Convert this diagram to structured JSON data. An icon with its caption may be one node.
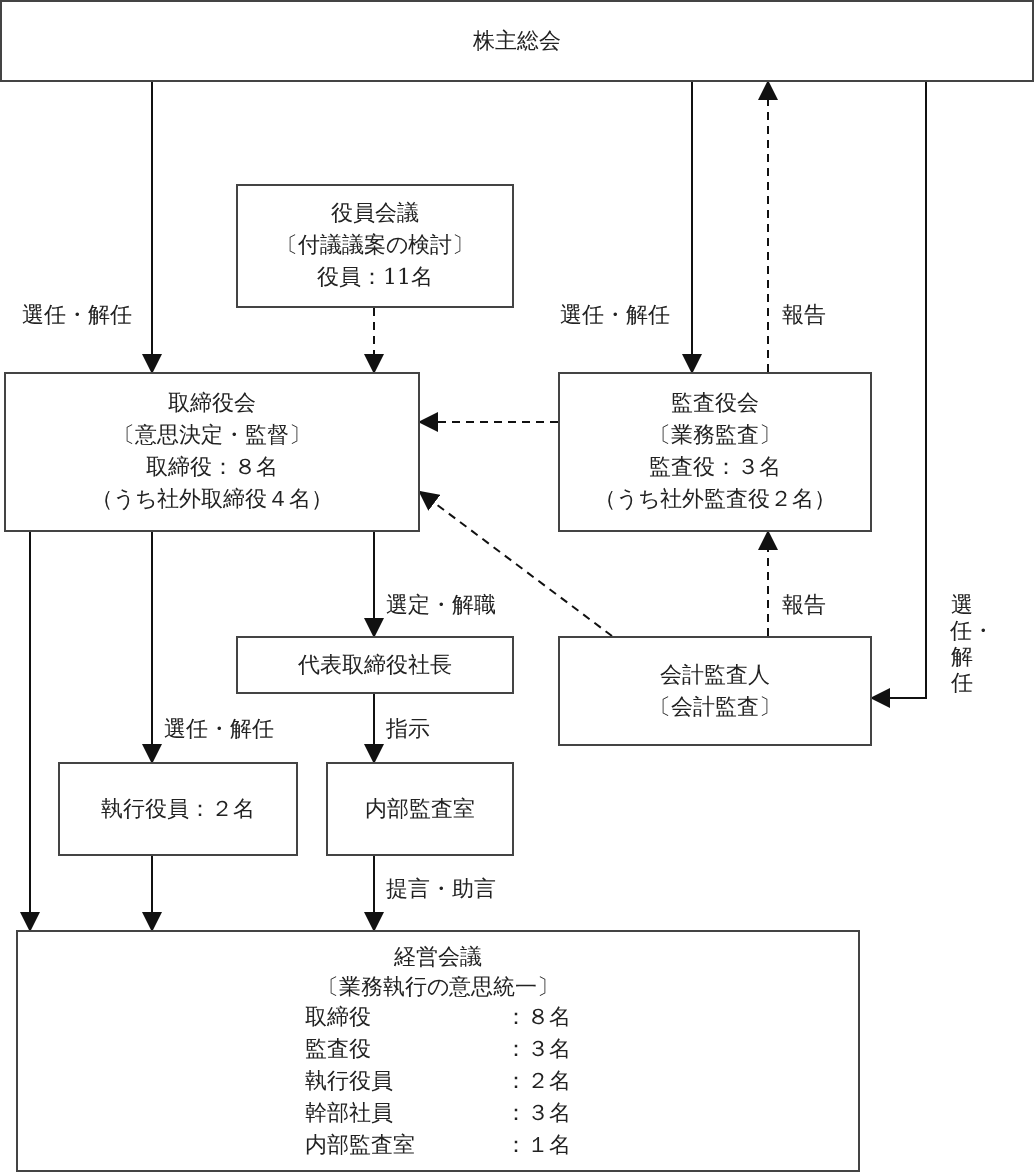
{
  "diagram": {
    "nodes": [
      {
        "text": [
          "株主総会"
        ]
      },
      {
        "text": [
          "役員会議",
          "〔付議議案の検討〕",
          "役員：11名"
        ]
      },
      {
        "text": [
          "取締役会",
          "〔意思決定・監督〕",
          "取締役：８名",
          "（うち社外取締役４名）"
        ]
      },
      {
        "text": [
          "監査役会",
          "〔業務監査〕",
          "監査役：３名",
          "（うち社外監査役２名）"
        ]
      },
      {
        "text": [
          "代表取締役社長"
        ]
      },
      {
        "text": [
          "会計監査人",
          "〔会計監査〕"
        ]
      },
      {
        "text": [
          "執行役員：２名"
        ]
      },
      {
        "text": [
          "内部監査室"
        ]
      },
      {
        "text": [
          "経営会議",
          "〔業務執行の意思統一〕",
          "取締役",
          "：８名",
          "監査役",
          "：３名",
          "執行役員",
          "：２名",
          "幹部社員",
          "：３名",
          "内部監査室",
          "：１名"
        ]
      }
    ],
    "edges": [
      {
        "from": 0,
        "to": 2,
        "arrow": "to",
        "label": "選任・解任"
      },
      {
        "from": 1,
        "to": 2,
        "arrow": "to",
        "style": "dashed"
      },
      {
        "from": 0,
        "to": 3,
        "arrow": "to",
        "label": "選任・解任"
      },
      {
        "from": 3,
        "to": 0,
        "arrow": "to",
        "style": "dashed",
        "label": "報告"
      },
      {
        "from": 3,
        "to": 2,
        "arrow": "to",
        "style": "dashed"
      },
      {
        "from": 5,
        "to": 2,
        "arrow": "to",
        "style": "dashed"
      },
      {
        "from": 5,
        "to": 3,
        "arrow": "to",
        "style": "dashed",
        "label": "報告"
      },
      {
        "from": 0,
        "to": 5,
        "arrow": "to",
        "label": "選任・解任"
      },
      {
        "from": 2,
        "to": 4,
        "arrow": "to",
        "label": "選定・解職"
      },
      {
        "from": 2,
        "to": 6,
        "arrow": "to",
        "label": "選任・解任"
      },
      {
        "from": 2,
        "to": 8,
        "arrow": "to"
      },
      {
        "from": 4,
        "to": 7,
        "arrow": "to",
        "label": "指示"
      },
      {
        "from": 6,
        "to": 8,
        "arrow": "to"
      },
      {
        "from": 7,
        "to": 8,
        "arrow": "to",
        "label": "提言・助言"
      }
    ]
  }
}
